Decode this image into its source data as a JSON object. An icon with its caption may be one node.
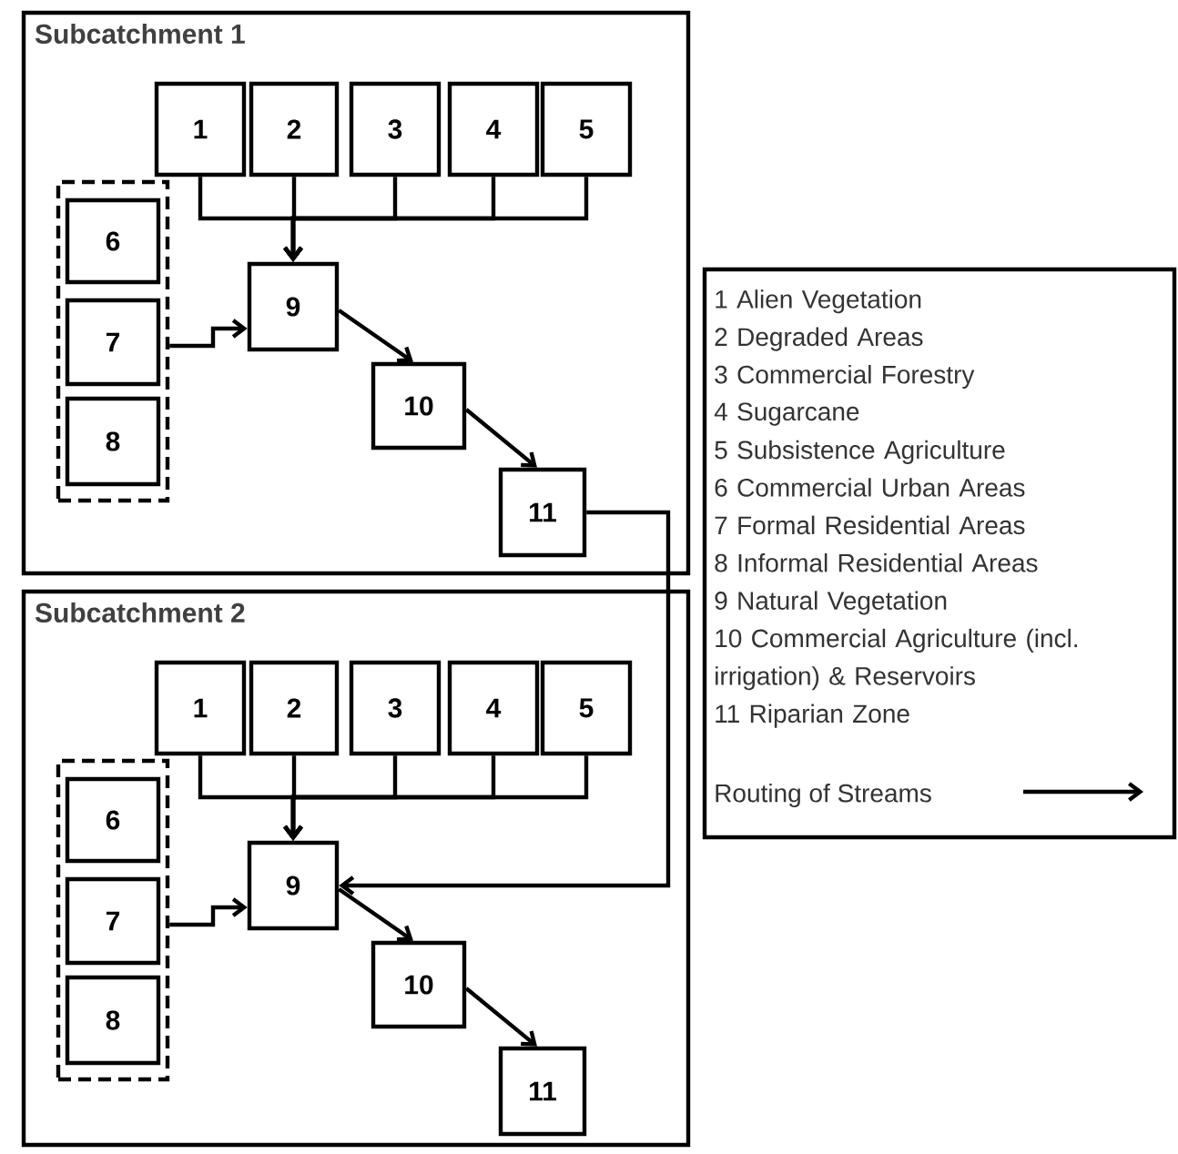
{
  "diagram": {
    "nodes": [
      {
        "text": [
          "Subcatchment 1"
        ]
      },
      {
        "text": [
          "1"
        ],
        "in": 0
      },
      {
        "text": [
          "2"
        ],
        "in": 0
      },
      {
        "text": [
          "3"
        ],
        "in": 0
      },
      {
        "text": [
          "4"
        ],
        "in": 0
      },
      {
        "text": [
          "5"
        ],
        "in": 0
      },
      {
        "text": [],
        "shape": "box",
        "in": 0
      },
      {
        "text": [
          "6"
        ],
        "in": 6
      },
      {
        "text": [
          "7"
        ],
        "in": 6
      },
      {
        "text": [
          "8"
        ],
        "in": 6
      },
      {
        "text": [
          "9"
        ],
        "in": 0
      },
      {
        "text": [
          "10"
        ],
        "in": 0
      },
      {
        "text": [
          "11"
        ],
        "in": 0
      },
      {
        "text": [
          "Subcatchment 2"
        ]
      },
      {
        "text": [
          "1"
        ],
        "in": 13
      },
      {
        "text": [
          "2"
        ],
        "in": 13
      },
      {
        "text": [
          "3"
        ],
        "in": 13
      },
      {
        "text": [
          "4"
        ],
        "in": 13
      },
      {
        "text": [
          "5"
        ],
        "in": 13
      },
      {
        "text": [],
        "shape": "box",
        "in": 13
      },
      {
        "text": [
          "6"
        ],
        "in": 19
      },
      {
        "text": [
          "7"
        ],
        "in": 19
      },
      {
        "text": [
          "8"
        ],
        "in": 19
      },
      {
        "text": [
          "9"
        ],
        "in": 13
      },
      {
        "text": [
          "10"
        ],
        "in": 13
      },
      {
        "text": [
          "11"
        ],
        "in": 13
      }
    ],
    "edges": [
      {
        "from": 1,
        "to": 10,
        "arrow": "to"
      },
      {
        "from": 2,
        "to": 10,
        "arrow": "to"
      },
      {
        "from": 3,
        "to": 10,
        "arrow": "to"
      },
      {
        "from": 4,
        "to": 10,
        "arrow": "to"
      },
      {
        "from": 5,
        "to": 10,
        "arrow": "to"
      },
      {
        "from": 6,
        "to": 10,
        "arrow": "to"
      },
      {
        "from": 10,
        "to": 11,
        "arrow": "to"
      },
      {
        "from": 11,
        "to": 12,
        "arrow": "to"
      },
      {
        "from": 12,
        "to": 23,
        "arrow": "to"
      },
      {
        "from": 14,
        "to": 23,
        "arrow": "to"
      },
      {
        "from": 15,
        "to": 23,
        "arrow": "to"
      },
      {
        "from": 16,
        "to": 23,
        "arrow": "to"
      },
      {
        "from": 17,
        "to": 23,
        "arrow": "to"
      },
      {
        "from": 18,
        "to": 23,
        "arrow": "to"
      },
      {
        "from": 19,
        "to": 23,
        "arrow": "to"
      },
      {
        "from": 23,
        "to": 24,
        "arrow": "to"
      },
      {
        "from": 24,
        "to": 25,
        "arrow": "to"
      }
    ],
    "labels": [
      "1 Alien Vegetation",
      "2 Degraded Areas",
      "3 Commercial Forestry",
      "4 Sugarcane",
      "5 Subsistence Agriculture",
      "6 Commercial Urban Areas",
      "7 Formal Residential Areas",
      "8 Informal Residential Areas",
      "9 Natural Vegetation",
      "10 Commercial Agriculture (incl. irrigation) & Reservoirs",
      "11 Riparian Zone"
    ],
    "legend": [
      {
        "text": "Routing of Streams"
      }
    ]
  }
}
